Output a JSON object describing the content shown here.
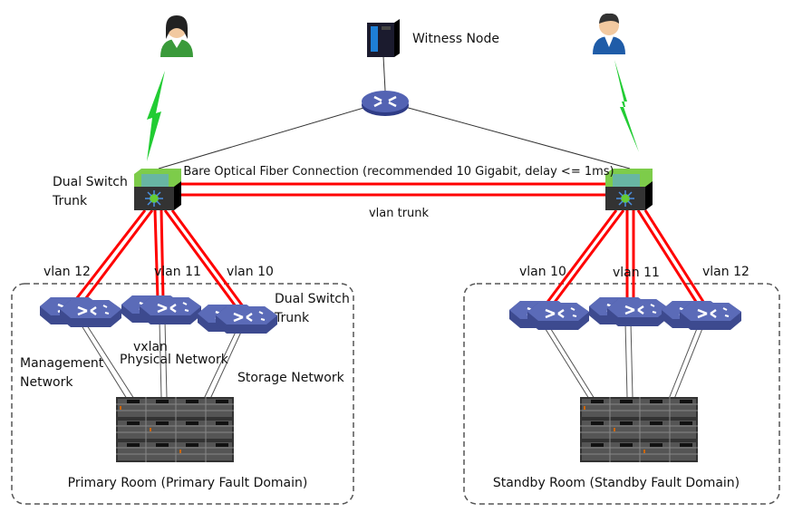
{
  "witness": {
    "label": "Witness Node"
  },
  "core_link": {
    "top_label": "Bare Optical Fiber Connection (recommended 10 Gigabit, delay <= 1ms)",
    "bottom_label": "vlan trunk"
  },
  "left_core": {
    "label_line1": "Dual Switch",
    "label_line2": "Trunk"
  },
  "primary_room": {
    "title": "Primary Room (Primary Fault Domain)",
    "vlans": [
      "vlan 12",
      "vlan 11",
      "vlan 10"
    ],
    "trunk_label_line1": "Dual Switch",
    "trunk_label_line2": "Trunk",
    "management_line1": "Management",
    "management_line2": "Network",
    "vxlan_line1": "vxlan",
    "vxlan_line2": "Physical Network",
    "storage": "Storage Network"
  },
  "standby_room": {
    "title": "Standby Room (Standby Fault Domain)",
    "vlans": [
      "vlan 10",
      "vlan 11",
      "vlan 12"
    ]
  },
  "colors": {
    "fiber": "#ff0000",
    "wireless": "#22cc33",
    "switch_blue": "#4a5aa8",
    "core_green": "#7dcc4a"
  }
}
